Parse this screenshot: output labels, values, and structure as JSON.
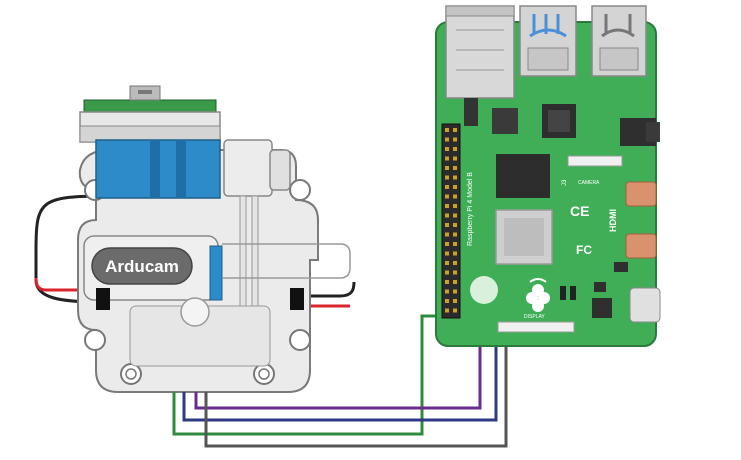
{
  "camera": {
    "brand": "Arducam"
  },
  "board": {
    "model_label": "Raspberry Pi 4 Model B",
    "j3_label": "J3",
    "camera_label": "CAMERA",
    "display_label": "DISPLAY",
    "hdmi_label": "HDMI",
    "ce_mark": "CE",
    "fcc_mark": "FC"
  },
  "wires": [
    {
      "id": "wire-green",
      "color": "#2e8b3e"
    },
    {
      "id": "wire-blue",
      "color": "#2c3a86"
    },
    {
      "id": "wire-purple",
      "color": "#6a2c8e"
    },
    {
      "id": "wire-gray",
      "color": "#555555"
    }
  ],
  "colors": {
    "board_green": "#3fae57",
    "board_dark_green": "#2f8f45",
    "camera_gray": "#e2e2e2",
    "lens_blue": "#2e8bc9",
    "usb_blue": "#4a90d9"
  }
}
